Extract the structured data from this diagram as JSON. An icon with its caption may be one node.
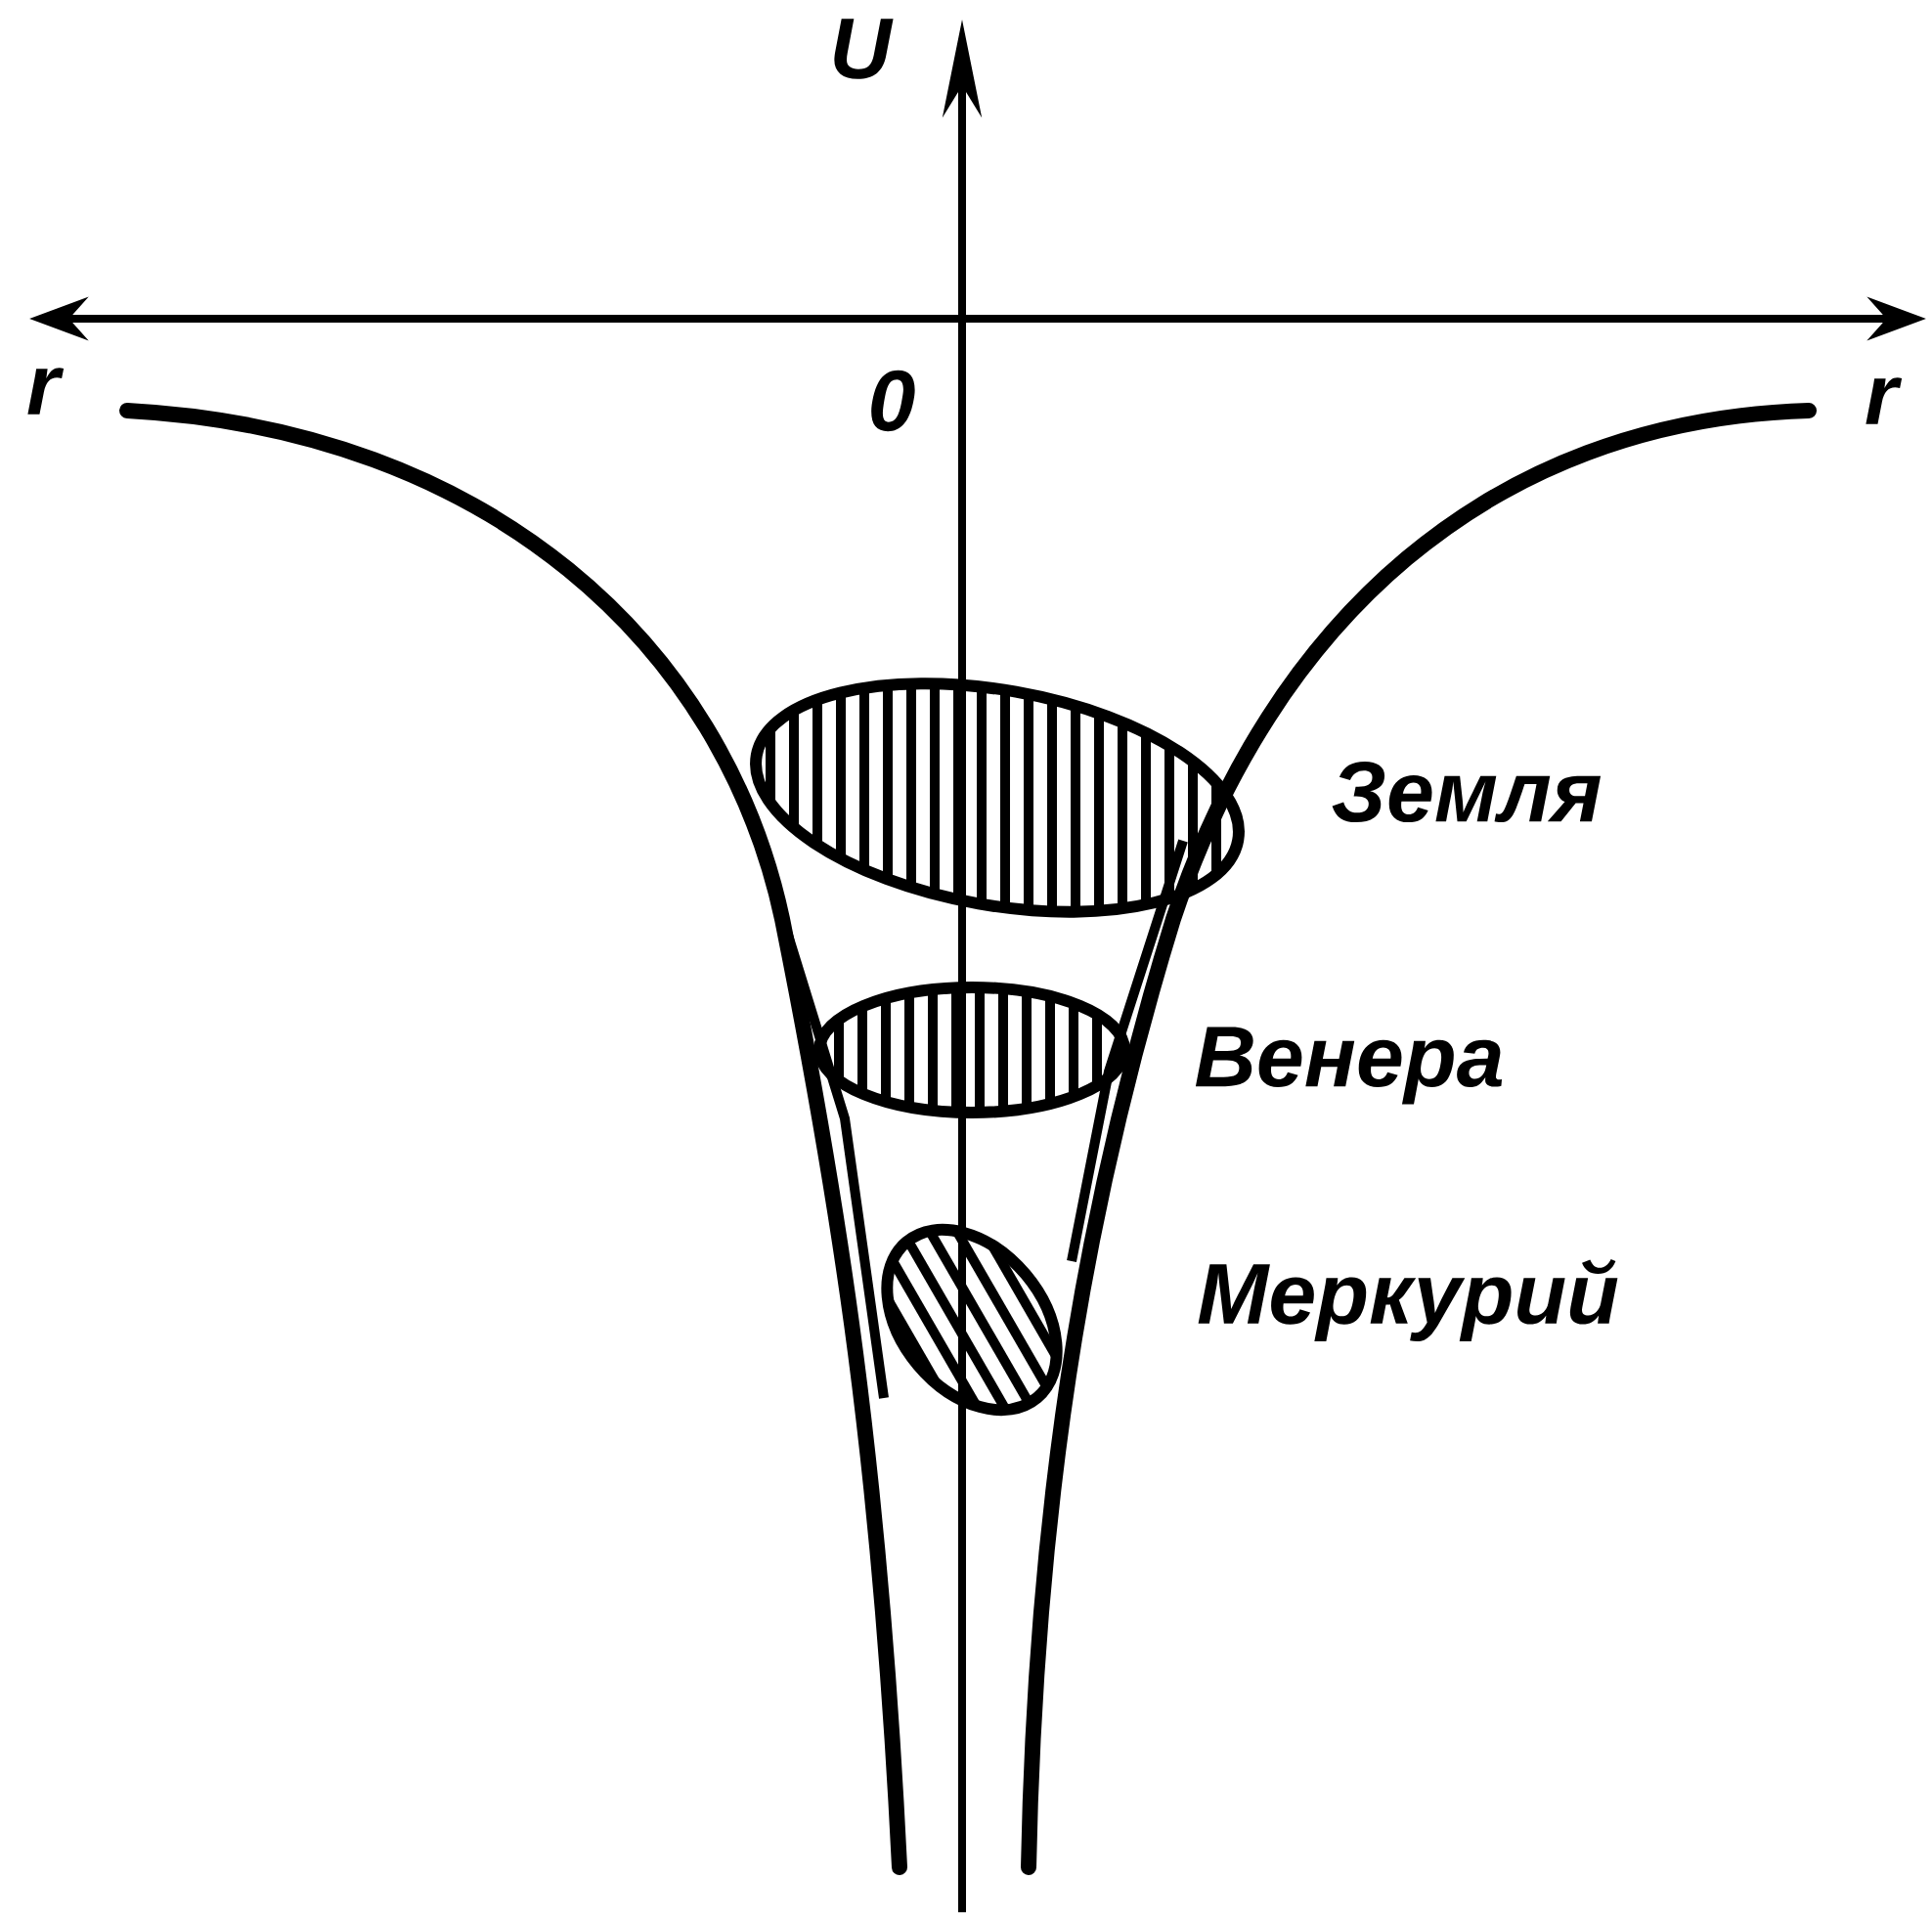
{
  "diagram": {
    "labels": [
      "U",
      "r",
      "r",
      "0",
      "Земля",
      "Венера",
      "Меркурий"
    ]
  }
}
